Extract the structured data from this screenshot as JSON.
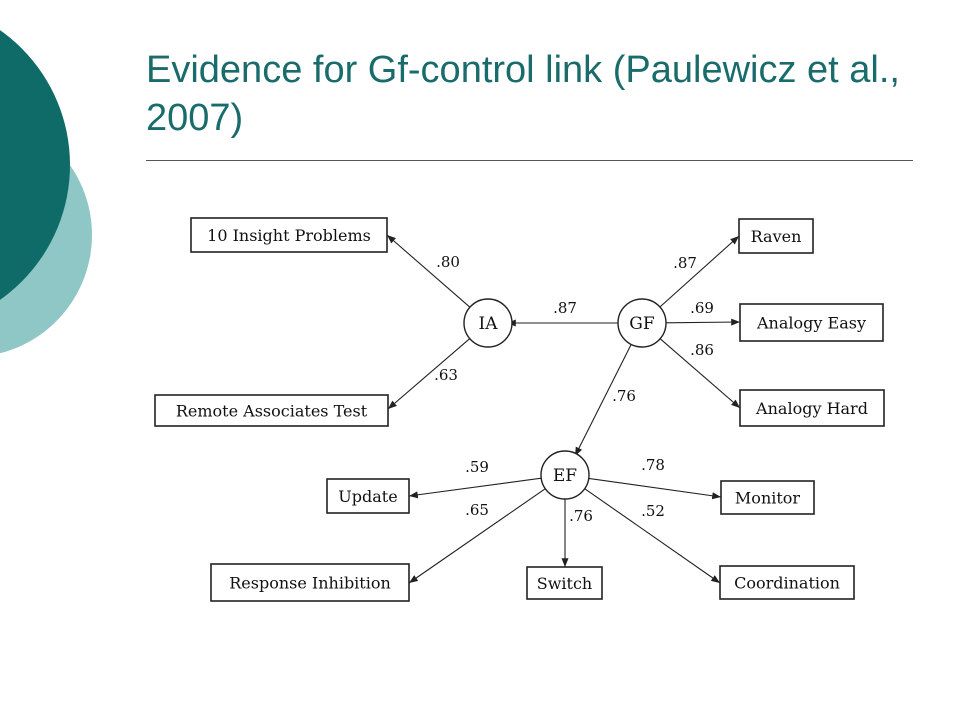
{
  "slide": {
    "title": "Evidence for Gf-control link (Paulewicz et al., 2007)",
    "theme_colors": {
      "dark_teal": "#0f6b68",
      "light_teal": "#8fc7c7",
      "title": "#1a6b6b"
    }
  },
  "diagram": {
    "nodes": {
      "ia": "IA",
      "gf": "GF",
      "ef": "EF"
    },
    "boxes": {
      "insight": "10 Insight Problems",
      "rat": "Remote Associates Test",
      "raven": "Raven",
      "analogy_easy": "Analogy Easy",
      "analogy_hard": "Analogy Hard",
      "update": "Update",
      "monitor": "Monitor",
      "response_inhibition": "Response Inhibition",
      "switch": "Switch",
      "coordination": "Coordination"
    },
    "weights": {
      "ia_insight": ".80",
      "ia_rat": ".63",
      "gf_ia": ".87",
      "gf_raven": ".87",
      "gf_analogy_easy": ".69",
      "gf_analogy_hard": ".86",
      "gf_ef": ".76",
      "ef_update": ".59",
      "ef_response_inhibition": ".65",
      "ef_switch": ".76",
      "ef_monitor": ".78",
      "ef_coordination": ".52"
    }
  }
}
